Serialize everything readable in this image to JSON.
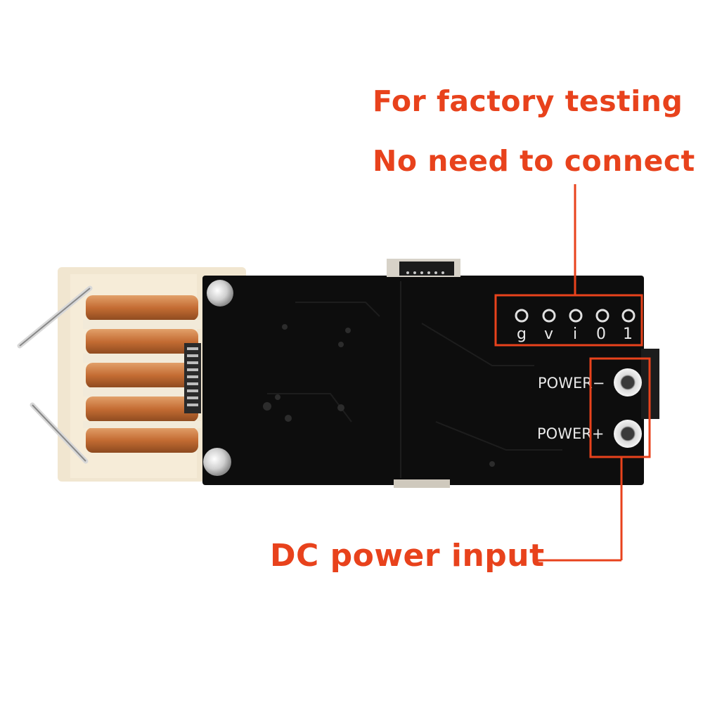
{
  "annotations": {
    "factory_line1": "For factory testing",
    "factory_line2": "No need to connect",
    "dc_power": "DC power input"
  },
  "silkscreen": {
    "pins": [
      "g",
      "v",
      "i",
      "0",
      "1"
    ],
    "power_minus": "POWER−",
    "power_plus": "POWER+"
  },
  "colors": {
    "annotation": "#e8421c",
    "board": "#0d0d0d",
    "coil": "#c97a3e"
  }
}
